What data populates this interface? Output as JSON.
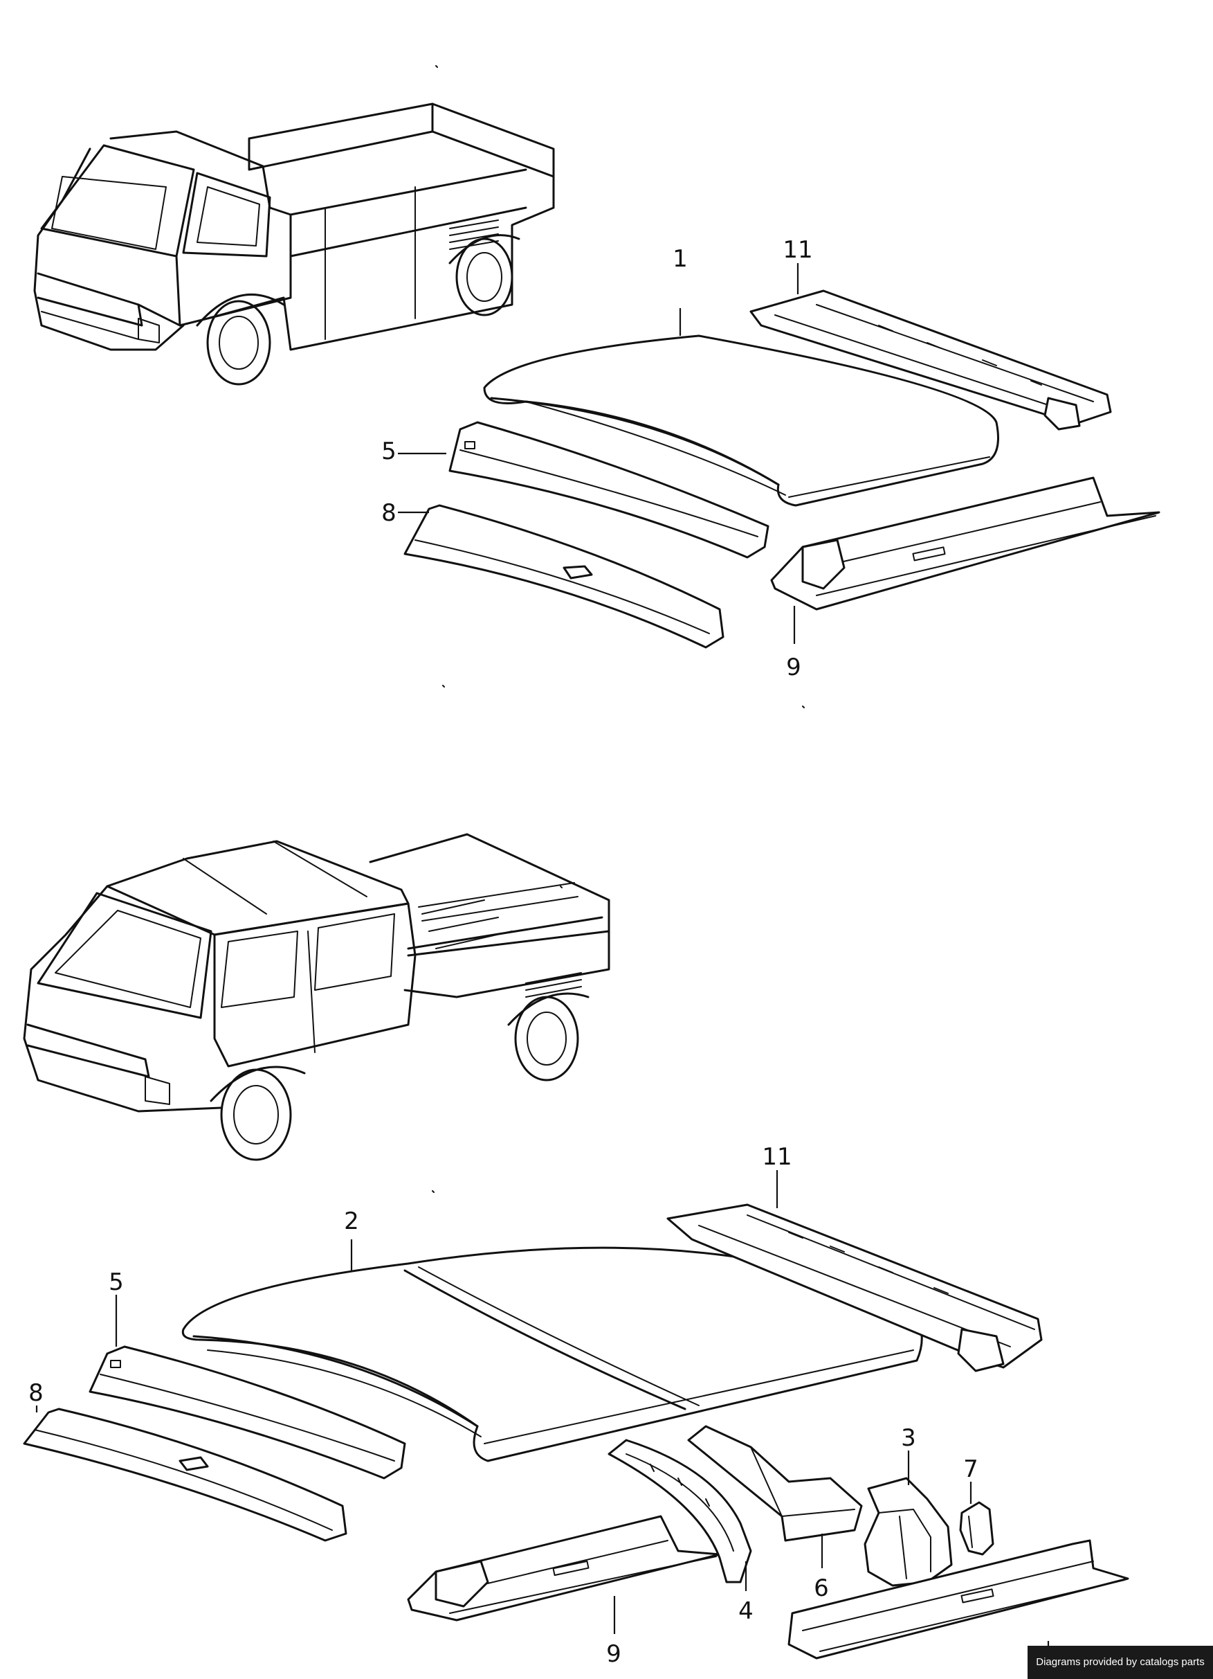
{
  "credit": "Diagrams provided by catalogs parts",
  "callouts": {
    "top": [
      "1",
      "11",
      "5",
      "8",
      "9"
    ],
    "bottom": [
      "2",
      "11",
      "5",
      "8",
      "3",
      "7",
      "6",
      "4",
      "9"
    ]
  }
}
